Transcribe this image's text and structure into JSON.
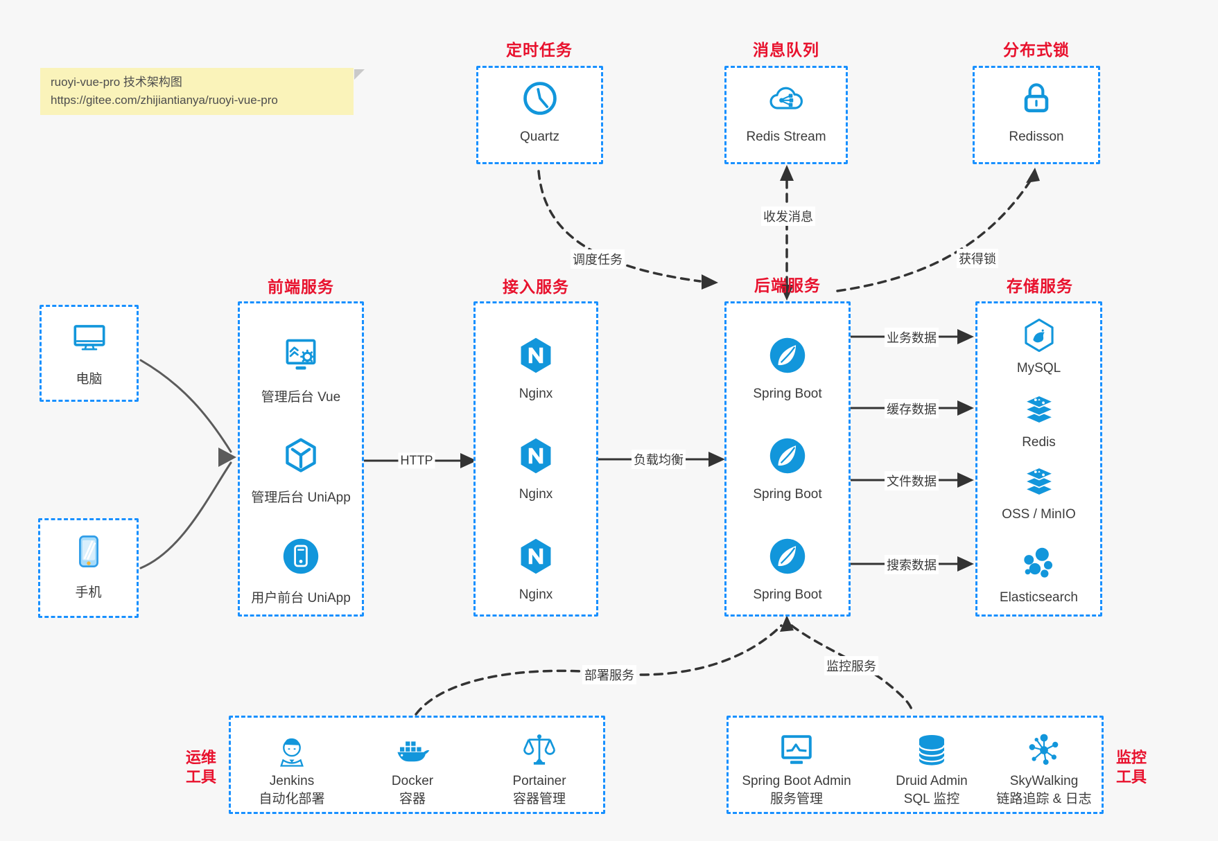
{
  "note": {
    "line1": "ruoyi-vue-pro 技术架构图",
    "line2": "https://gitee.com/zhijiantianya/ruoyi-vue-pro"
  },
  "colors": {
    "accent_blue": "#1296db",
    "border_blue": "#1890ff",
    "title_red": "#e8112d",
    "note_yellow": "#faf3ba",
    "wire_dark": "#333333",
    "wire_gray": "#5b5b5b"
  },
  "top_groups": [
    {
      "title": "定时任务",
      "item": {
        "icon": "clock-icon",
        "label": "Quartz"
      }
    },
    {
      "title": "消息队列",
      "item": {
        "icon": "cloud-stream-icon",
        "label": "Redis Stream"
      }
    },
    {
      "title": "分布式锁",
      "item": {
        "icon": "lock-icon",
        "label": "Redisson"
      }
    }
  ],
  "clients": [
    {
      "icon": "desktop-icon",
      "label": "电脑"
    },
    {
      "icon": "phone-icon",
      "label": "手机"
    }
  ],
  "columns": [
    {
      "title": "前端服务",
      "items": [
        {
          "icon": "admin-vue-icon",
          "label": "管理后台 Vue"
        },
        {
          "icon": "uniapp-cube-icon",
          "label": "管理后台 UniApp"
        },
        {
          "icon": "mobile-app-icon",
          "label": "用户前台 UniApp"
        }
      ]
    },
    {
      "title": "接入服务",
      "items": [
        {
          "icon": "nginx-icon",
          "label": "Nginx"
        },
        {
          "icon": "nginx-icon",
          "label": "Nginx"
        },
        {
          "icon": "nginx-icon",
          "label": "Nginx"
        }
      ]
    },
    {
      "title": "后端服务",
      "items": [
        {
          "icon": "spring-boot-icon",
          "label": "Spring Boot"
        },
        {
          "icon": "spring-boot-icon",
          "label": "Spring Boot"
        },
        {
          "icon": "spring-boot-icon",
          "label": "Spring Boot"
        }
      ]
    },
    {
      "title": "存储服务",
      "items": [
        {
          "icon": "mysql-icon",
          "label": "MySQL"
        },
        {
          "icon": "redis-stack-icon",
          "label": "Redis"
        },
        {
          "icon": "redis-stack-icon",
          "label": "OSS / MinIO"
        },
        {
          "icon": "elasticsearch-icon",
          "label": "Elasticsearch"
        }
      ]
    }
  ],
  "edges": {
    "http": "HTTP",
    "load_balance": "负载均衡",
    "schedule": "调度任务",
    "messaging": "收发消息",
    "lock": "获得锁",
    "data_business": "业务数据",
    "data_cache": "缓存数据",
    "data_file": "文件数据",
    "data_search": "搜索数据",
    "deploy": "部署服务",
    "monitor": "监控服务"
  },
  "bottom_groups": [
    {
      "side_label_1": "运维",
      "side_label_2": "工具",
      "items": [
        {
          "icon": "jenkins-icon",
          "label1": "Jenkins",
          "label2": "自动化部署"
        },
        {
          "icon": "docker-icon",
          "label1": "Docker",
          "label2": "容器"
        },
        {
          "icon": "portainer-icon",
          "label1": "Portainer",
          "label2": "容器管理"
        }
      ]
    },
    {
      "side_label_1": "监控",
      "side_label_2": "工具",
      "items": [
        {
          "icon": "spring-boot-admin-icon",
          "label1": "Spring Boot Admin",
          "label2": "服务管理"
        },
        {
          "icon": "druid-icon",
          "label1": "Druid Admin",
          "label2": "SQL 监控"
        },
        {
          "icon": "skywalking-icon",
          "label1": "SkyWalking",
          "label2": "链路追踪 & 日志"
        }
      ]
    }
  ]
}
